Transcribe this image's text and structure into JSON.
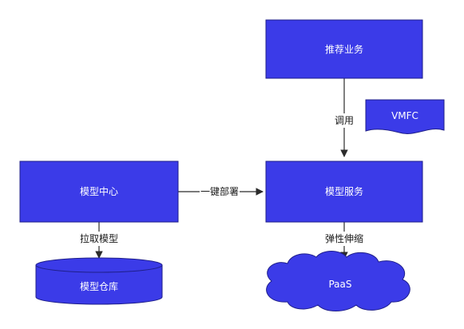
{
  "colors": {
    "node_fill": "#3b3be8",
    "node_stroke": "#1f1f8a",
    "edge": "#2b2b2b",
    "label_text": "#ffffff",
    "edge_text": "#1a1a1a"
  },
  "nodes": {
    "recommend": {
      "label": "推荐业务",
      "shape": "rectangle"
    },
    "vmfc": {
      "label": "VMFC",
      "shape": "document"
    },
    "model_center": {
      "label": "模型中心",
      "shape": "rectangle"
    },
    "model_service": {
      "label": "模型服务",
      "shape": "rectangle"
    },
    "model_repo": {
      "label": "模型仓库",
      "shape": "cylinder"
    },
    "paas": {
      "label": "PaaS",
      "shape": "cloud"
    }
  },
  "edges": {
    "call": {
      "from": "recommend",
      "to": "model_service",
      "label": "调用"
    },
    "deploy": {
      "from": "model_center",
      "to": "model_service",
      "label": "一键部署"
    },
    "pull": {
      "from": "model_center",
      "to": "model_repo",
      "label": "拉取模型"
    },
    "scale": {
      "from": "model_service",
      "to": "paas",
      "label": "弹性伸缩"
    }
  }
}
